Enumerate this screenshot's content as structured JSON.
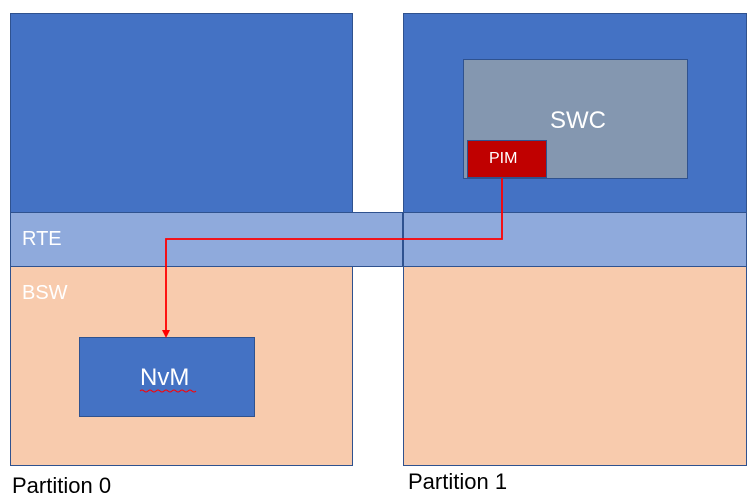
{
  "partitions": [
    {
      "name": "Partition 0"
    },
    {
      "name": "Partition 1"
    }
  ],
  "layers": {
    "rte": "RTE",
    "bsw": "BSW"
  },
  "components": {
    "swc": "SWC",
    "pim": "PIM",
    "nvm": "NvM"
  },
  "colors": {
    "application": "#4472c4",
    "rte": "#8faadc",
    "bsw": "#f8cbad",
    "swc": "#8497b0",
    "pim": "#c00000",
    "nvm": "#4472c4",
    "connector": "#ff0000",
    "border": "#2f528f"
  }
}
